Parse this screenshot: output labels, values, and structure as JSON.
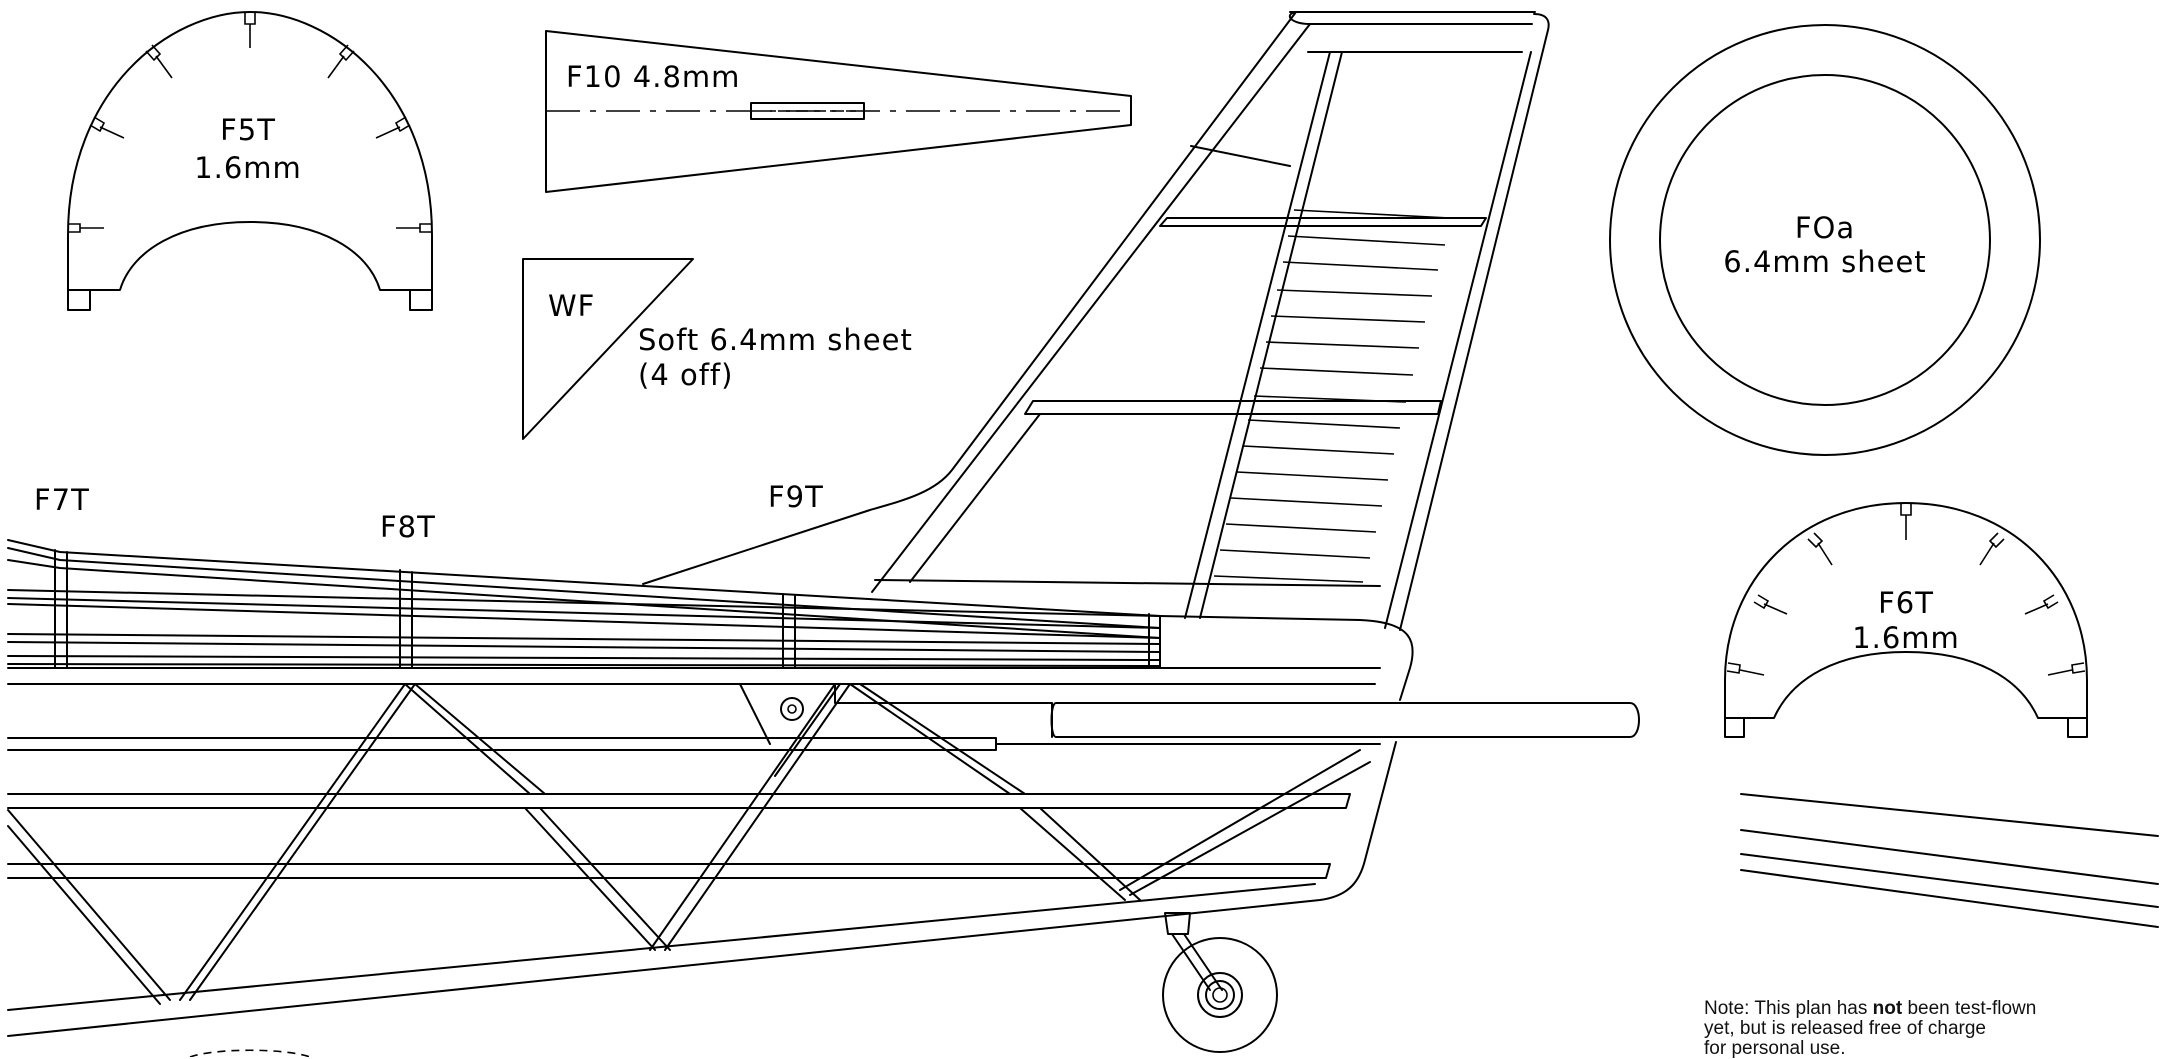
{
  "labels": {
    "f5t_name": "F5T",
    "f5t_thickness": "1.6mm",
    "f10": "F10 4.8mm",
    "wf_name": "WF",
    "wf_desc_1": "Soft 6.4mm sheet",
    "wf_desc_2": "(4 off)",
    "f0a_name": "FOa",
    "f0a_desc": "6.4mm sheet",
    "f6t_name": "F6T",
    "f6t_thickness": "1.6mm",
    "f7t": "F7T",
    "f8t": "F8T",
    "f9t": "F9T"
  },
  "note": {
    "part1": "Note: This plan has ",
    "bold": "not",
    "part2": " been test-flown",
    "line2": "yet, but is released free of charge",
    "line3": "for personal use."
  }
}
